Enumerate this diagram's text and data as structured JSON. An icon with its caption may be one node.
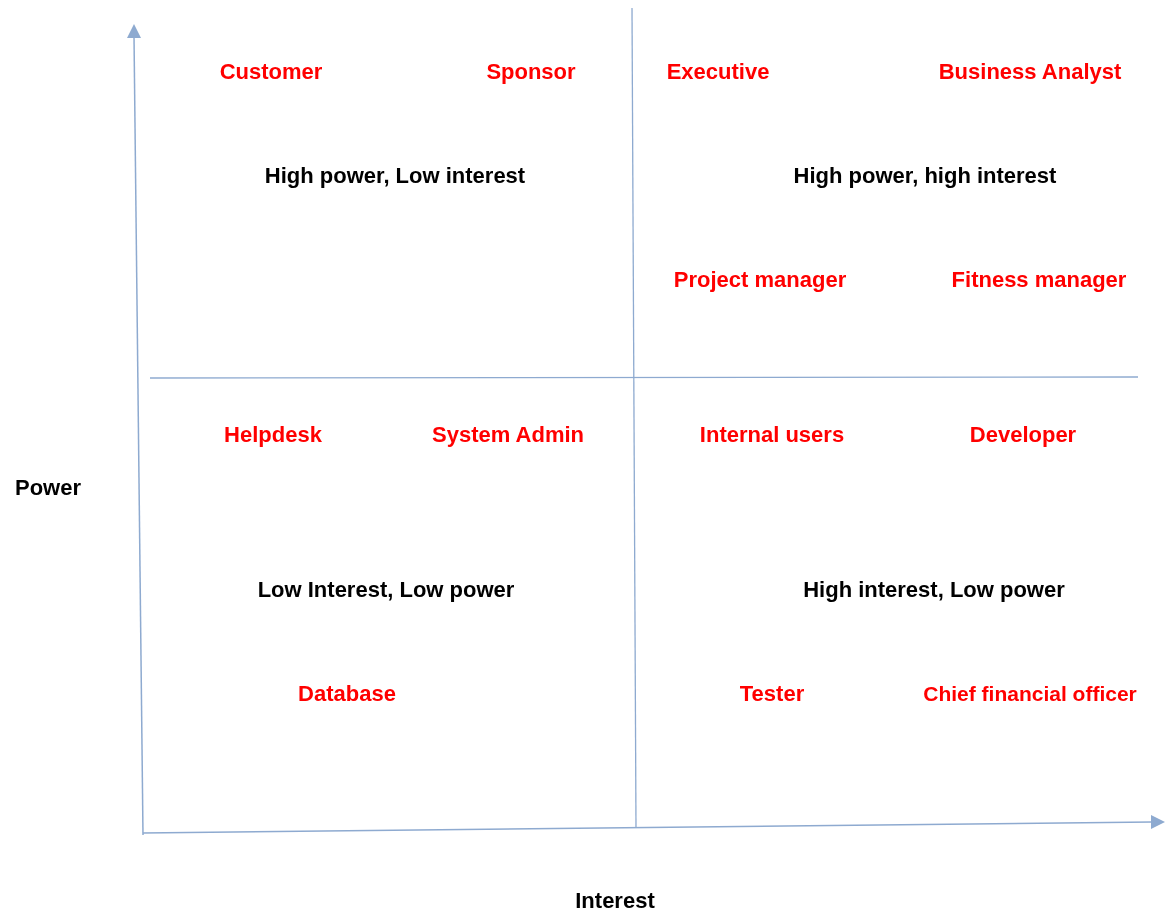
{
  "diagram": {
    "labels": [
      "Customer",
      "Sponsor",
      "Executive",
      "Business Analyst",
      "High power, Low interest",
      "High power, high interest",
      "Project manager",
      "Fitness manager",
      "Helpdesk",
      "System Admin",
      "Internal users",
      "Developer",
      "Power",
      "Low Interest, Low power",
      "High interest, Low power",
      "Database",
      "Tester",
      "Chief financial officer",
      "Interest"
    ]
  }
}
